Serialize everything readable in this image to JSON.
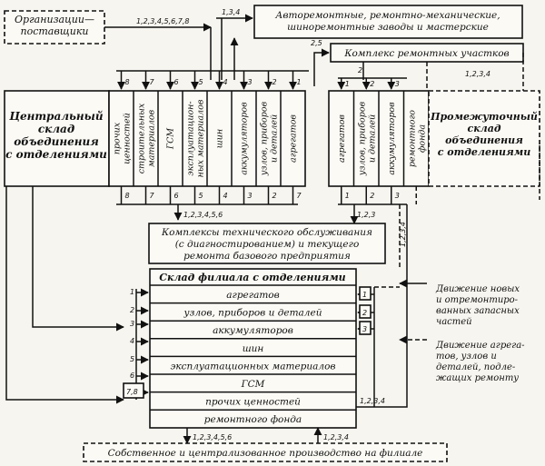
{
  "boxes": {
    "suppliers": "Организации—\nпоставщики",
    "repair_plants": "Авторемонтные, ремонтно-механические,\nшиноремонтные заводы и мастерские",
    "repair_complex": "Комплекс ремонтных участков",
    "central_title": "Центральный\nсклад\nобъединения\nс отделениями",
    "intermediate_title": "Промежуточный\nсклад\nобъединения\nс отделениями",
    "maintenance": "Комплексы технического обслуживания\n(с диагностированием) и текущего\nремонта базового предприятия",
    "branch_title": "Склад филиала с отделениями",
    "production": "Собственное и централизованное производство на филиале"
  },
  "central_sections": [
    "прочих\nценностей",
    "строительных\nматериалов",
    "ГСМ",
    "эксплуатацион-\nных материалов",
    "шин",
    "аккумуляторов",
    "узлов, приборов\nи деталей",
    "агрегатов"
  ],
  "central_top_numbers": [
    "8",
    "7",
    "6",
    "5",
    "4",
    "3",
    "2",
    "1"
  ],
  "central_bottom_numbers": [
    "8",
    "7",
    "6",
    "5",
    "4",
    "3",
    "2",
    "7"
  ],
  "intermediate_sections": [
    "агрегатов",
    "узлов, приборов\nи деталей",
    "аккумуляторов",
    "ремонтного\nфонда"
  ],
  "intermediate_top_numbers": [
    "1",
    "2",
    "3"
  ],
  "intermediate_bottom_numbers": [
    "1",
    "2",
    "3"
  ],
  "branch_sections": [
    "агрегатов",
    "узлов, приборов и деталей",
    "аккумуляторов",
    "шин",
    "эксплуатационных материалов",
    "ГСМ",
    "прочих ценностей",
    "ремонтного фонда"
  ],
  "branch_left_numbers": [
    "1",
    "2",
    "3",
    "4",
    "5",
    "6",
    "7,8"
  ],
  "branch_right_numbers": [
    "1",
    "2",
    "3"
  ],
  "flow_labels": {
    "suppliers_out": "1,2,3,4,5,6,7,8",
    "to_plants": "1,3,4",
    "to_complex": "2,5",
    "complex_right": "1,2,3,4",
    "complex_left": "2",
    "to_maintenance": "1,2,3,4,5,6",
    "intermediate_to_maint": "1,2,3",
    "side_label": "1,2,3,4",
    "branch_out_right": "1,2,3,4",
    "to_production_left": "1,2,3,4,5,6",
    "to_production_right": "1,2,3,4"
  },
  "legend": {
    "new_parts": "Движение новых\nи отремонтиро-\nванных запасных\nчастей",
    "repair_units": "Движение агрега-\nтов, узлов и\nдеталей, подле-\nжащих ремонту"
  }
}
